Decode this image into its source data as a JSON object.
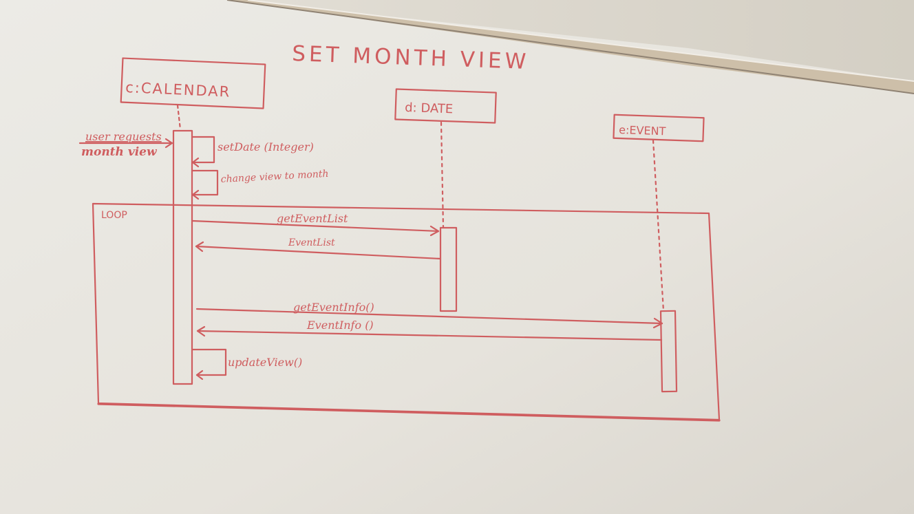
{
  "title": "SET MONTH VIEW",
  "colors": {
    "board": "#e9e6df",
    "board_shadow": "#d8d4cc",
    "ink": "#cf5d5f",
    "rail": "#cbbfae",
    "rail_edge": "#8f8273"
  },
  "lifelines": {
    "calendar": "c:CALENDAR",
    "date": "d: DATE",
    "event": "e:EVENT"
  },
  "labels": {
    "user_requests": "user requests",
    "month_view": "month view",
    "set_date": "setDate (Integer)",
    "change_view": "change view to month",
    "loop": "LOOP",
    "get_event_list": "getEventList",
    "event_list": "EventList",
    "get_event_info": "getEventInfo()",
    "event_info": "EventInfo ()",
    "update_view": "updateView()"
  }
}
